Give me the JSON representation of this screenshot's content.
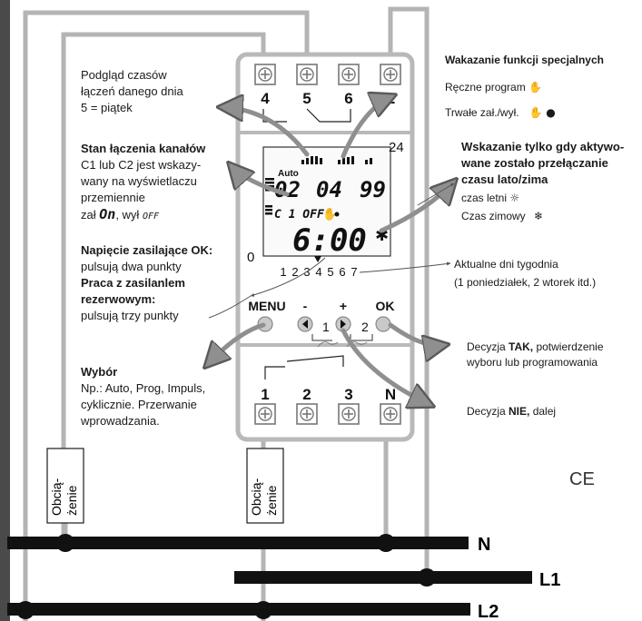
{
  "bars": {
    "n": "N",
    "l1": "L1",
    "l2": "L2"
  },
  "loads": {
    "left": [
      "Obcią-",
      "żenie"
    ],
    "right": [
      "Obcią-",
      "żenie"
    ]
  },
  "ce_mark": "CE",
  "terminals": {
    "top": [
      "4",
      "5",
      "6",
      "L"
    ],
    "bottom": [
      "1",
      "2",
      "3",
      "N"
    ]
  },
  "buttons": {
    "menu": "MENU",
    "minus": "-",
    "plus": "+",
    "ok": "OK",
    "channel1": "1",
    "channel2": "2"
  },
  "display": {
    "auto": "Auto",
    "date_day": "02",
    "date_month": "04",
    "date_year": "99",
    "channel_state": "C 1 OFF",
    "time": "6:00",
    "scale_24": "24",
    "scale_0": "0",
    "weekdays": [
      "1",
      "2",
      "3",
      "4",
      "5",
      "6",
      "7"
    ]
  },
  "annotations": {
    "preview": [
      "Podgląd czasów",
      "łączeń danego dnia",
      "5 = piątek"
    ],
    "channel_title": "Stan łączenia kanałów",
    "channel_body": [
      "C1 lub C2 jest wskazy-",
      "wany na wyświetlaczu",
      "przemiennie"
    ],
    "channel_on_prefix": "zał",
    "channel_on_symbol": "On",
    "channel_off_prefix": ", wył",
    "channel_off_symbol": "OFF",
    "power_title": "Napięcie zasilające OK:",
    "power_body": "pulsują dwa punkty",
    "reserve_title": [
      "Praca z zasilanlem",
      "rezerwowym:"
    ],
    "reserve_body": "pulsują trzy punkty",
    "select_title": "Wybór",
    "select_body": [
      "Np.: Auto, Prog, Impuls,",
      "cyklicznie. Przerwanie",
      "wprowadzania."
    ],
    "special_title": "Wakazanie funkcji specjalnych",
    "manual_program": "Ręczne program",
    "permanent": "Trwałe zał./wył.",
    "dst_title": [
      "Wskazanie tylko gdy aktywo-",
      "wane zostało przełączanie",
      "czasu lato/zima"
    ],
    "summer": "czas letni",
    "winter": "Czas zimowy",
    "weekdays_title": "Aktualne dni tygodnia",
    "weekdays_body": "(1 poniedziałek, 2 wtorek itd.)",
    "yes_prefix": "Decyzja ",
    "yes_word": "TAK,",
    "yes_suffix": " potwierdzenie",
    "yes_line2": "wyboru lub programowania",
    "no_prefix": "Decyzja ",
    "no_word": "NIE,",
    "no_suffix": " dalej"
  },
  "colors": {
    "wire_gray": "#b4b4b4",
    "wire_dark": "#7a7a7a",
    "bar_black": "#111111",
    "arrow_fill": "#8f8f8f",
    "arrow_stroke": "#5a5a5a",
    "housing": "#ffffff",
    "housing_stroke": "#b9b9b9"
  }
}
